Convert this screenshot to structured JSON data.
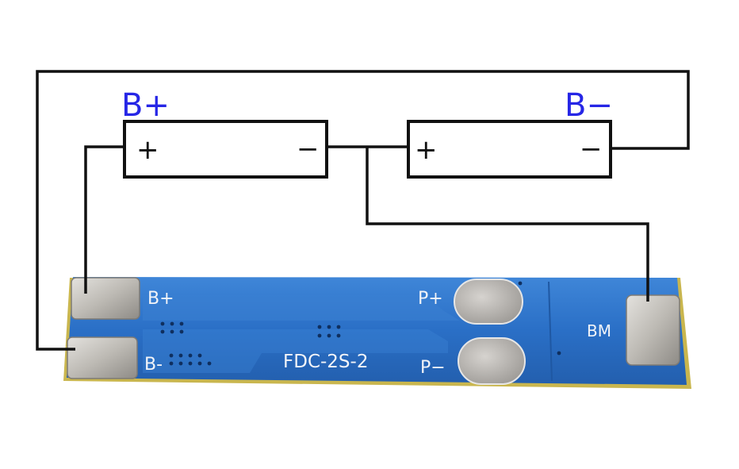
{
  "diagram": {
    "batteries": [
      {
        "plus_sign": "+",
        "minus_sign": "−",
        "terminal_label": "B+"
      },
      {
        "plus_sign": "+",
        "minus_sign": "−",
        "terminal_label": "B−"
      }
    ],
    "board": {
      "model": "FDC-2S-2",
      "pads": {
        "b_plus": "B+",
        "b_minus": "B-",
        "p_plus": "P+",
        "p_minus": "P−",
        "bm": "BM"
      }
    },
    "colors": {
      "wire": "#111111",
      "terminal_label": "#2626e6",
      "pcb": "#2a6fc6",
      "pcb_edge": "#bfae4a",
      "pad_nickel": "#bdbab4",
      "pad_solder": "#a9a6a2",
      "silkscreen": "#f2f4f8"
    }
  }
}
